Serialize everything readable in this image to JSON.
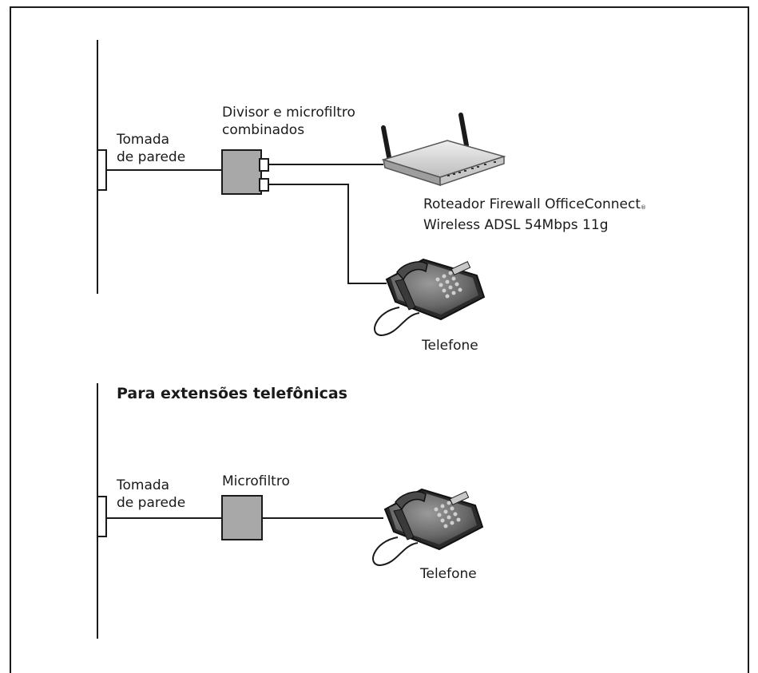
{
  "section1": {
    "wall_jack_label_1": "Tomada",
    "wall_jack_label_2": "de parede",
    "splitter_label_1": "Divisor e microfiltro",
    "splitter_label_2": "combinados",
    "router_label_1": "Roteador Firewall OfficeConnect",
    "router_label_mark": "®",
    "router_label_2": "Wireless ADSL 54Mbps 11g",
    "phone_label": "Telefone"
  },
  "section2": {
    "heading": "Para extensões telefônicas",
    "wall_jack_label_1": "Tomada",
    "wall_jack_label_2": "de parede",
    "filter_label": "Microfiltro",
    "phone_label": "Telefone"
  },
  "colors": {
    "line": "#1a1a1a",
    "device_fill": "#a8a8a8",
    "device_dark": "#555555",
    "router_body": "#d9d9d9"
  }
}
